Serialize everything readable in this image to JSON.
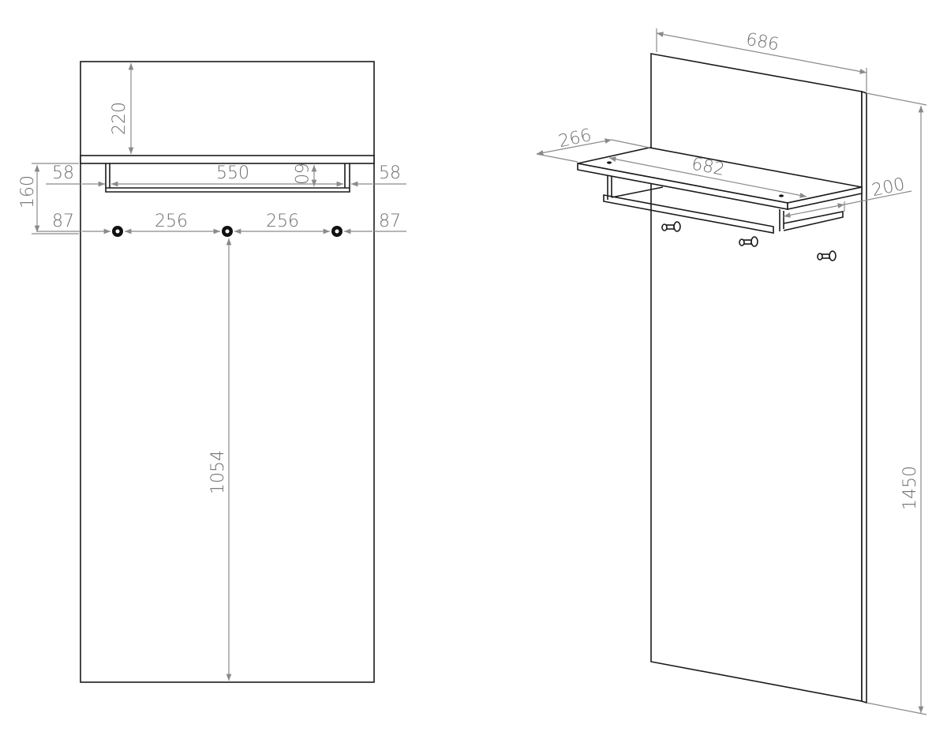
{
  "front_view": {
    "dims": {
      "top_to_shelf": "220",
      "rail_offset_left": "58",
      "rail_width": "550",
      "rail_drop": "60",
      "rail_offset_right": "58",
      "hook_height_from_shelf": "160",
      "hook_offset_left": "87",
      "hook_spacing_1": "256",
      "hook_spacing_2": "256",
      "hook_offset_right": "87",
      "hook_to_bottom": "1054"
    }
  },
  "perspective_view": {
    "dims": {
      "panel_width": "686",
      "shelf_depth": "266",
      "shelf_length": "682",
      "rail_depth": "200",
      "panel_height": "1450"
    }
  },
  "colors": {
    "line": "#1a1a1a",
    "dimension": "#8a8a8a"
  }
}
